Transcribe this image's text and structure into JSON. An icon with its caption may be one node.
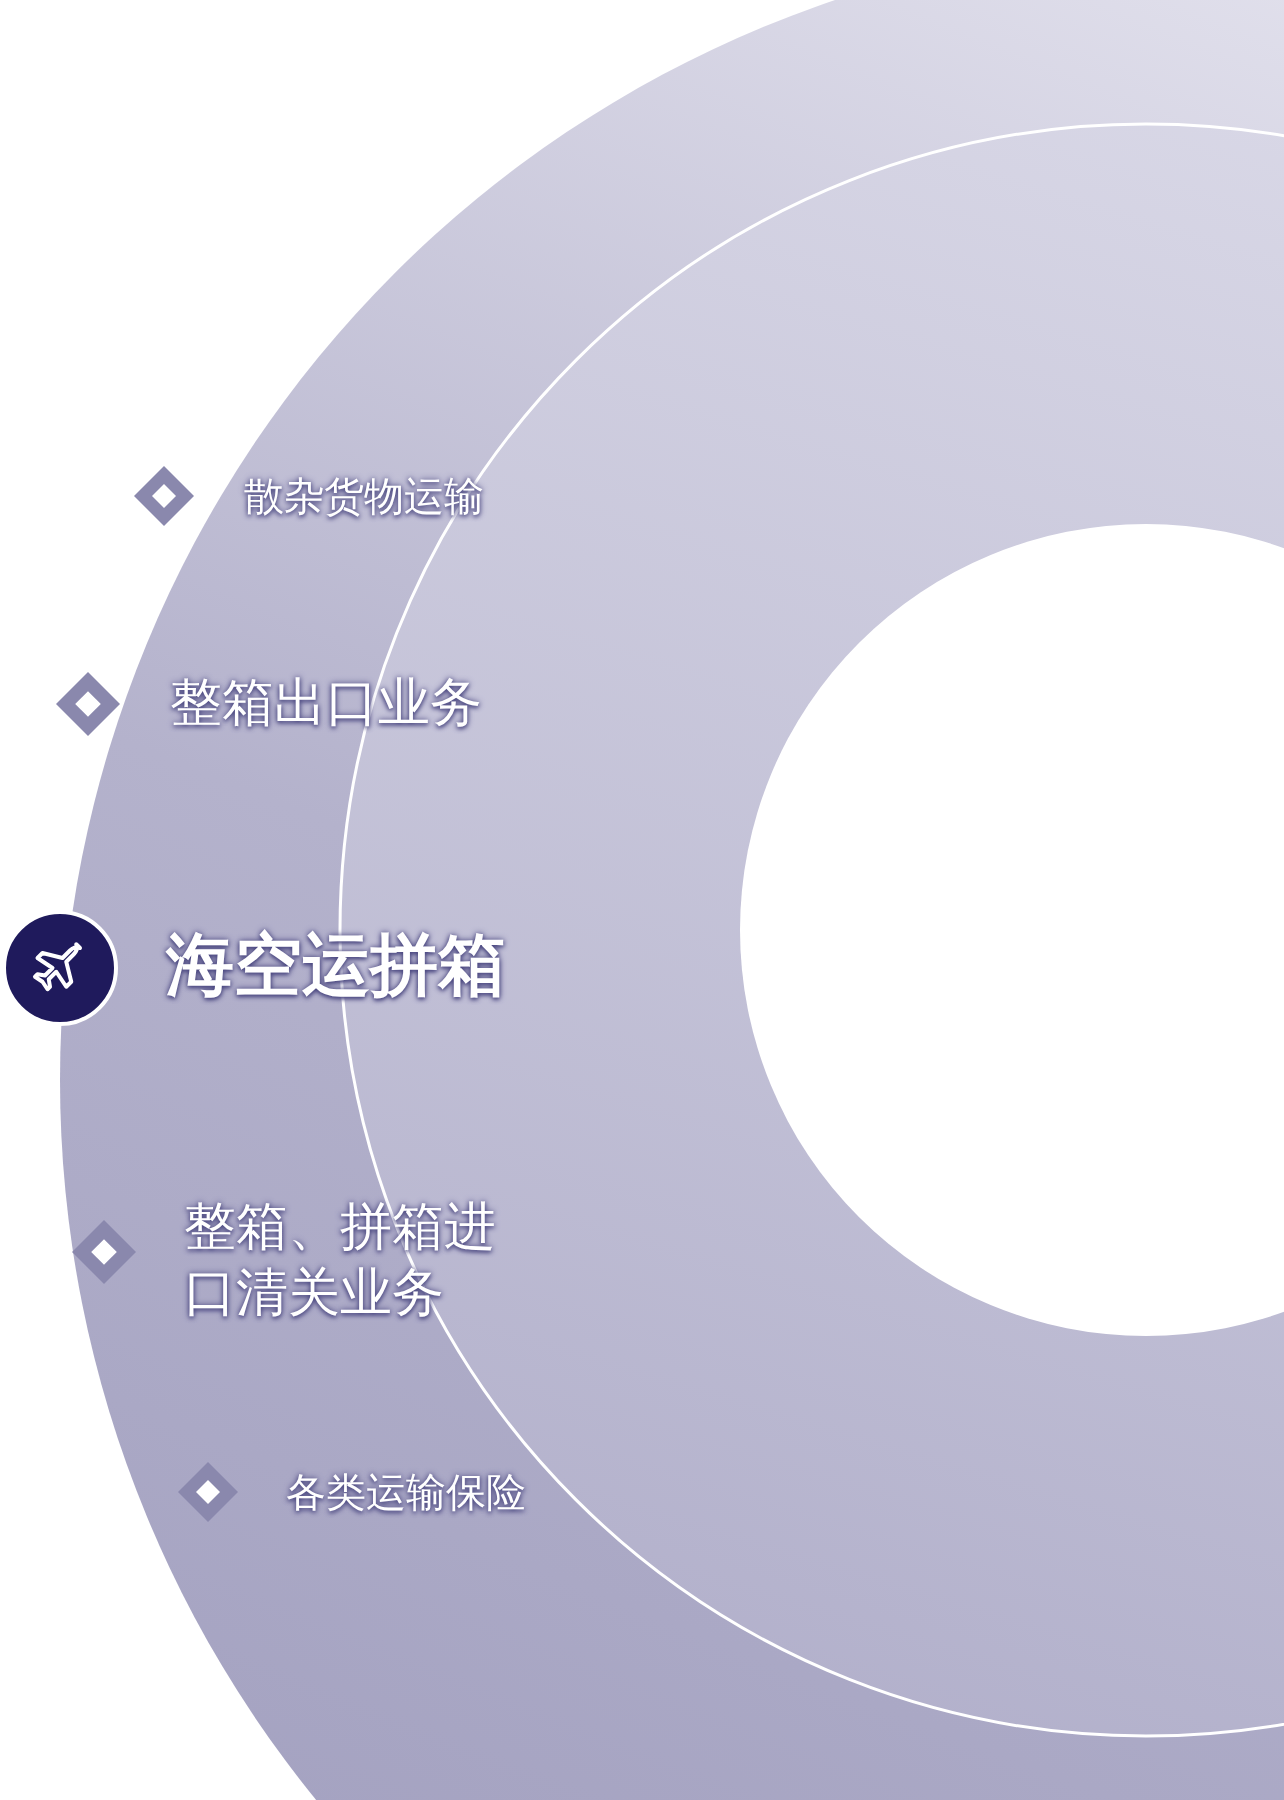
{
  "diagram": {
    "labels": [
      "散杂货物运输",
      "整箱出口业务",
      "海空运拼箱",
      "整箱、拼箱进口清关业务",
      "各类运输保险"
    ]
  }
}
